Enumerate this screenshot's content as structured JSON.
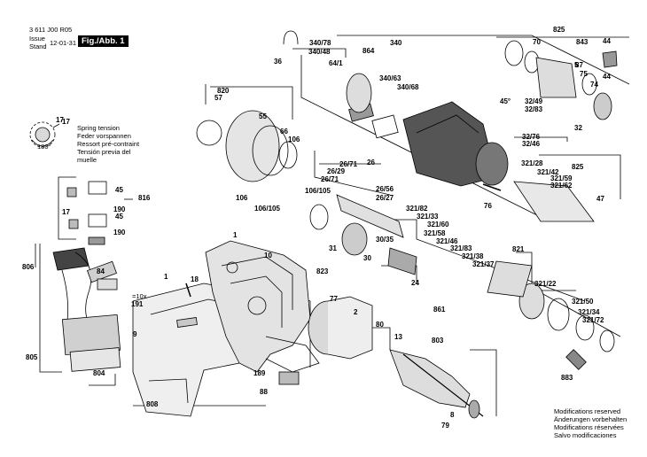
{
  "header": {
    "doc_number": "3 611 J00 R05",
    "issue_label": "Issue",
    "stand_label": "Stand",
    "date": "12-01-31",
    "figure_label": "Fig./Abb. 1"
  },
  "spring_note": {
    "part_number": "17",
    "angle": "180°",
    "lines": [
      "Spring tension",
      "Feder vorspannen",
      "Ressort pré-contraint",
      "Tensión previa del",
      "muelle"
    ]
  },
  "multiplier": "=10x",
  "modifications": [
    "Modifications reserved",
    "Änderungen vorbehalten",
    "Modifications réservées",
    "Salvo modificaciones"
  ],
  "callouts": [
    {
      "t": "825"
    },
    {
      "t": "843"
    },
    {
      "t": "44"
    },
    {
      "t": "340"
    },
    {
      "t": "340/78"
    },
    {
      "t": "340/48"
    },
    {
      "t": "864"
    },
    {
      "t": "64/1"
    },
    {
      "t": "340/63"
    },
    {
      "t": "340/68"
    },
    {
      "t": "70"
    },
    {
      "t": "5"
    },
    {
      "t": "75"
    },
    {
      "t": "44"
    },
    {
      "t": "87"
    },
    {
      "t": "74"
    },
    {
      "t": "36"
    },
    {
      "t": "820"
    },
    {
      "t": "57"
    },
    {
      "t": "55"
    },
    {
      "t": "66"
    },
    {
      "t": "106"
    },
    {
      "t": "32/49"
    },
    {
      "t": "32/83"
    },
    {
      "t": "45°"
    },
    {
      "t": "32"
    },
    {
      "t": "32/76"
    },
    {
      "t": "32/46"
    },
    {
      "t": "26"
    },
    {
      "t": "26/71"
    },
    {
      "t": "26/29"
    },
    {
      "t": "26/71"
    },
    {
      "t": "26/56"
    },
    {
      "t": "26/27"
    },
    {
      "t": "321/28"
    },
    {
      "t": "321/42"
    },
    {
      "t": "825"
    },
    {
      "t": "321/59"
    },
    {
      "t": "321/62"
    },
    {
      "t": "106/105"
    },
    {
      "t": "106"
    },
    {
      "t": "106/105"
    },
    {
      "t": "76"
    },
    {
      "t": "47"
    },
    {
      "t": "321/82"
    },
    {
      "t": "321/33"
    },
    {
      "t": "321/60"
    },
    {
      "t": "321/58"
    },
    {
      "t": "321/46"
    },
    {
      "t": "321/83"
    },
    {
      "t": "321/38"
    },
    {
      "t": "321/37"
    },
    {
      "t": "821"
    },
    {
      "t": "30/35"
    },
    {
      "t": "31"
    },
    {
      "t": "30"
    },
    {
      "t": "823"
    },
    {
      "t": "24"
    },
    {
      "t": "861"
    },
    {
      "t": "1"
    },
    {
      "t": "10"
    },
    {
      "t": "1"
    },
    {
      "t": "18"
    },
    {
      "t": "191"
    },
    {
      "t": "9"
    },
    {
      "t": "77"
    },
    {
      "t": "2"
    },
    {
      "t": "80"
    },
    {
      "t": "13"
    },
    {
      "t": "803"
    },
    {
      "t": "321/22"
    },
    {
      "t": "321/50"
    },
    {
      "t": "321/34"
    },
    {
      "t": "321/72"
    },
    {
      "t": "883"
    },
    {
      "t": "17"
    },
    {
      "t": "45"
    },
    {
      "t": "17"
    },
    {
      "t": "190"
    },
    {
      "t": "45"
    },
    {
      "t": "190"
    },
    {
      "t": "816"
    },
    {
      "t": "806"
    },
    {
      "t": "84"
    },
    {
      "t": "805"
    },
    {
      "t": "804"
    },
    {
      "t": "189"
    },
    {
      "t": "88"
    },
    {
      "t": "808"
    },
    {
      "t": "79"
    },
    {
      "t": "8"
    }
  ]
}
